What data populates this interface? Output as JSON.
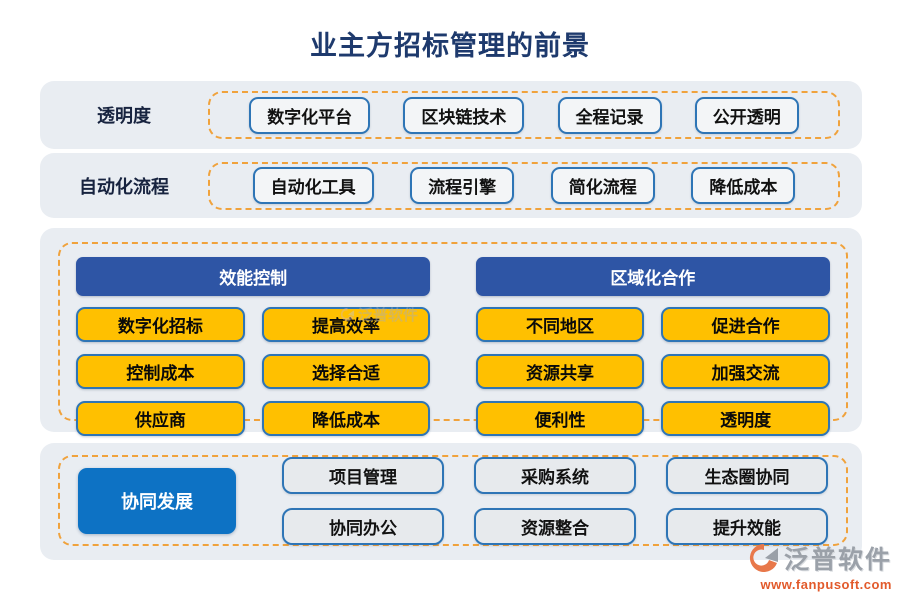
{
  "title": "业主方招标管理的前景",
  "colors": {
    "title_navy": "#1e3a6d",
    "band_gray": "#e9edf2",
    "dash_orange": "#f0a23c",
    "pill_border_blue": "#2e75b6",
    "node_yellow": "#ffc000",
    "header_blue": "#2e55a5",
    "accent_blue": "#0d72c4",
    "logo_orange": "#e25a2b"
  },
  "rows": [
    {
      "label": "透明度",
      "items": [
        "数字化平台",
        "区块链技术",
        "全程记录",
        "公开透明"
      ]
    },
    {
      "label": "自动化流程",
      "items": [
        "自动化工具",
        "流程引擎",
        "简化流程",
        "降低成本"
      ]
    }
  ],
  "groups": [
    {
      "header": "效能控制",
      "items": [
        "数字化招标",
        "提高效率",
        "控制成本",
        "选择合适",
        "供应商",
        "降低成本"
      ]
    },
    {
      "header": "区域化合作",
      "items": [
        "不同地区",
        "促进合作",
        "资源共享",
        "加强交流",
        "便利性",
        "透明度"
      ]
    }
  ],
  "bottom": {
    "header": "协同发展",
    "items": [
      "项目管理",
      "采购系统",
      "生态圈协同",
      "协同办公",
      "资源整合",
      "提升效能"
    ]
  },
  "watermark": {
    "text": "泛普软件"
  },
  "logo": {
    "name": "泛普软件",
    "url": "www.fanpusoft.com"
  }
}
